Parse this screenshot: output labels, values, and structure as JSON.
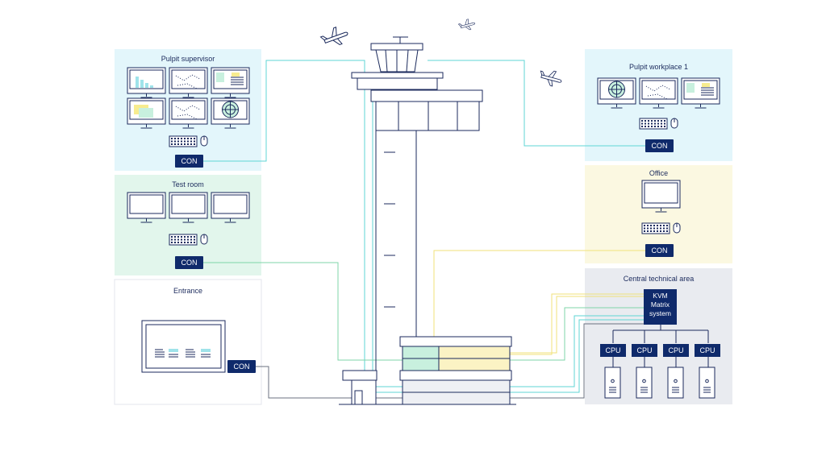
{
  "rooms": {
    "pulpit_supervisor": {
      "title": "Pulpit supervisor",
      "con": "CON",
      "bg": "#e3f6fb"
    },
    "test_room": {
      "title": "Test room",
      "con": "CON",
      "bg": "#e2f6ec"
    },
    "entrance": {
      "title": "Entrance",
      "con": "CON",
      "bg": "#ffffff"
    },
    "pulpit_workplace": {
      "title": "Pulpit workplace 1",
      "con": "CON",
      "bg": "#e3f6fb"
    },
    "office": {
      "title": "Office",
      "con": "CON",
      "bg": "#fbf8e1"
    },
    "central_technical": {
      "title": "Central technical area",
      "kvm": [
        "KVM",
        "Matrix",
        "system"
      ],
      "cpus": [
        "CPU",
        "CPU",
        "CPU",
        "CPU"
      ],
      "bg": "#e9ebf0"
    }
  },
  "colors": {
    "navy": "#0f2a6b",
    "outline": "#1b2a5c",
    "cyan_line": "#5fd6d4",
    "green_line": "#7fd6a8",
    "yellow_line": "#f0e27a",
    "gray_line": "#6b7180",
    "accent_green": "#c8f0de",
    "accent_yellow": "#fbf3c4"
  },
  "icons": [
    "airplane-icon",
    "monitor-icon",
    "keyboard-icon",
    "mouse-icon",
    "radar-icon",
    "pc-tower-icon",
    "control-tower-icon"
  ]
}
